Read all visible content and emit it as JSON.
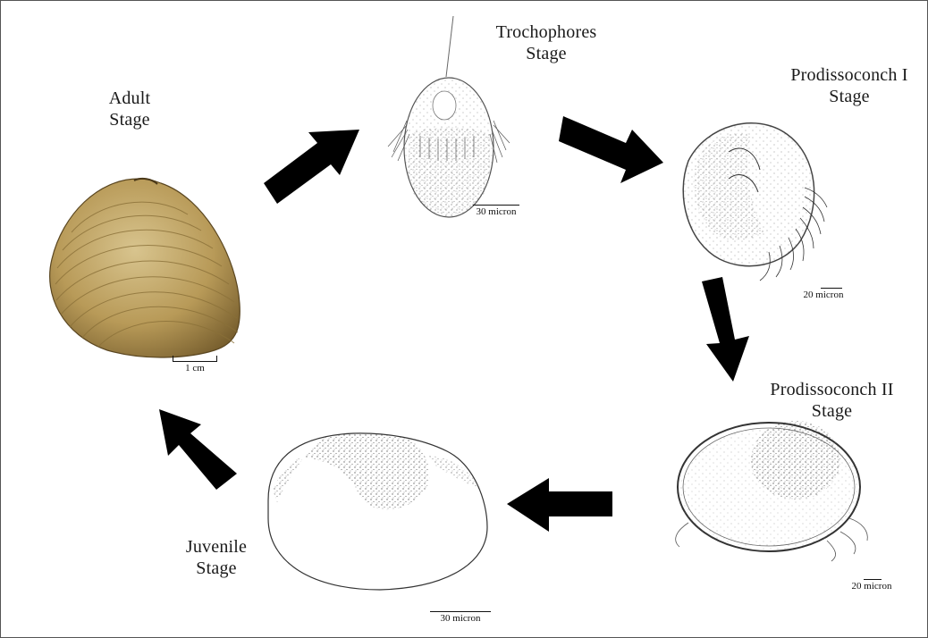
{
  "stages": {
    "adult": {
      "line1": "Adult",
      "line2": "Stage",
      "scale": "1 cm"
    },
    "trochophore": {
      "line1": "Trochophores",
      "line2": "Stage",
      "scale": "30 micron"
    },
    "prodissoconch1": {
      "line1": "Prodissoconch I",
      "line2": "Stage",
      "scale": "20 micron"
    },
    "prodissoconch2": {
      "line1": "Prodissoconch II",
      "line2": "Stage",
      "scale": "20 micron"
    },
    "juvenile": {
      "line1": "Juvenile",
      "line2": "Stage",
      "scale": "30 micron"
    }
  },
  "colors": {
    "arrow": "#000000",
    "shell_light": "#c9b27a",
    "shell_dark": "#7a6330",
    "ink": "#333333"
  }
}
